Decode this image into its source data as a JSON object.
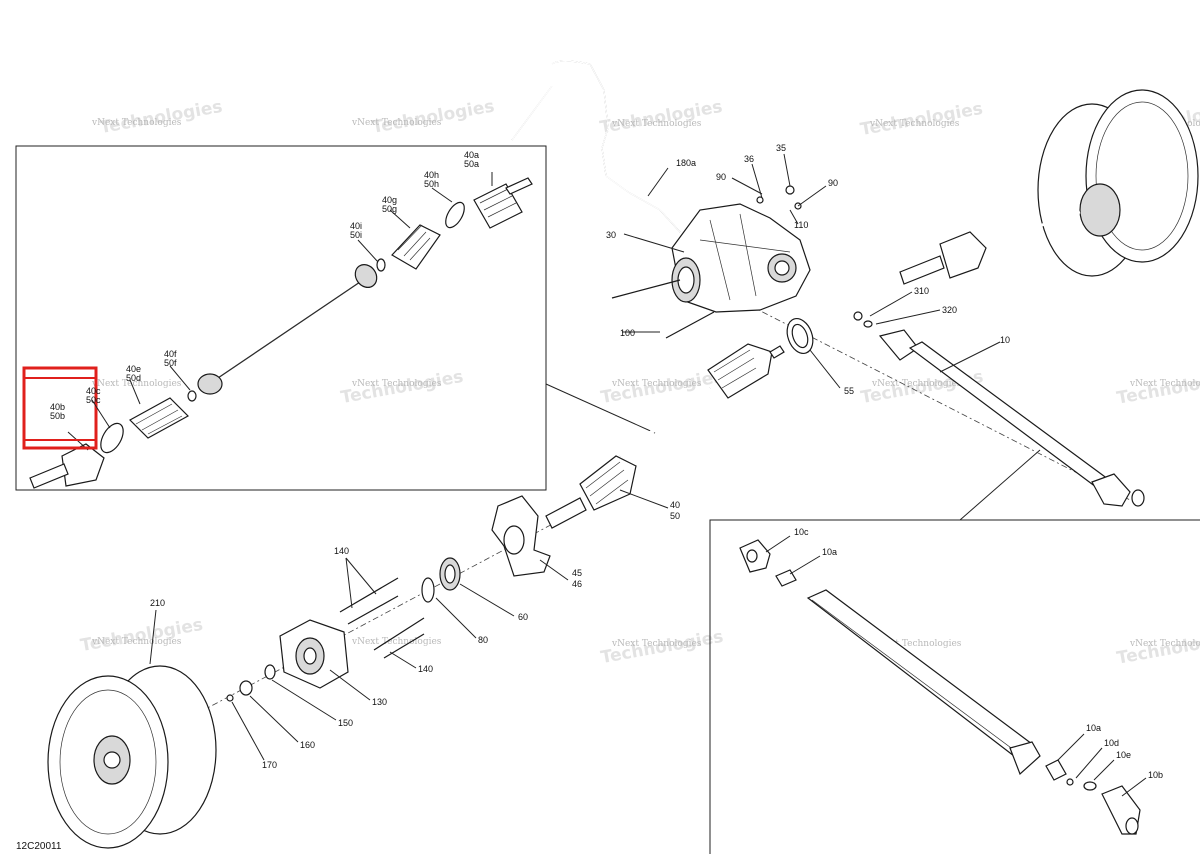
{
  "diagram_code": "12C20011",
  "watermark_text": "vNext Technologies",
  "highlight_color": "#e0201c",
  "labels": {
    "l180a": "180a",
    "l30": "30",
    "l36": "36",
    "l35": "35",
    "l90a": "90",
    "l90b": "90",
    "l110": "110",
    "l100": "100",
    "l310": "310",
    "l320": "320",
    "l10": "10",
    "l55": "55",
    "l40": "40",
    "l50": "50",
    "l45": "45",
    "l46": "46",
    "l60": "60",
    "l80": "80",
    "l140a": "140",
    "l140b": "140",
    "l130": "130",
    "l150": "150",
    "l160": "160",
    "l170": "170",
    "l210": "210"
  },
  "inset_left": {
    "l40a": "40a",
    "l50a": "50a",
    "l40h": "40h",
    "l50h": "50h",
    "l40g": "40g",
    "l50g": "50g",
    "l40i": "40i",
    "l50i": "50i",
    "l40f": "40f",
    "l50f": "50f",
    "l40e": "40e",
    "l50d": "50d",
    "l40c": "40c",
    "l50c": "50c",
    "l40b": "40b",
    "l50b": "50b"
  },
  "inset_right": {
    "l10c": "10c",
    "l10a_top": "10a",
    "l10a_bot": "10a",
    "l10d": "10d",
    "l10e": "10e",
    "l10b": "10b"
  }
}
